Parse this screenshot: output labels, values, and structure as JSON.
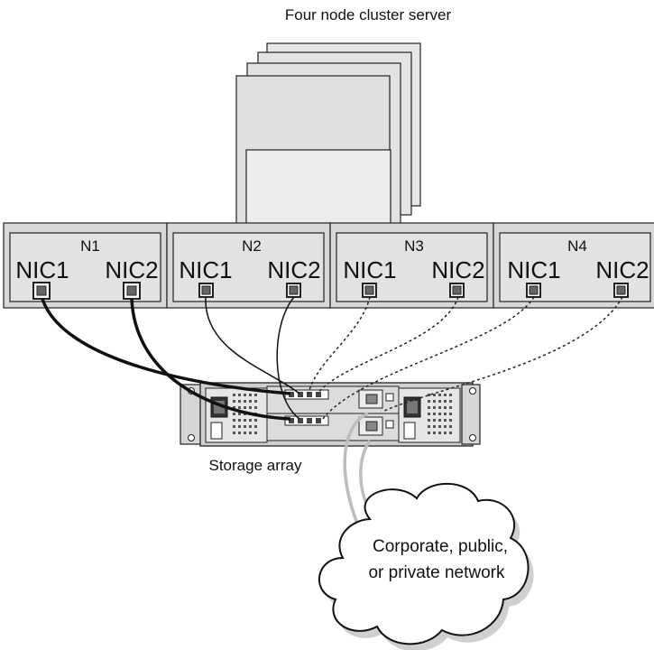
{
  "title": "Four node cluster server",
  "storage_label": "Storage array",
  "network_label_line1": "Corporate, public,",
  "network_label_line2": "or private network",
  "nodes": [
    {
      "name": "N1",
      "nic_a": "NIC1",
      "nic_b": "NIC2",
      "cable": "solid-thick"
    },
    {
      "name": "N2",
      "nic_a": "NIC1",
      "nic_b": "NIC2",
      "cable": "solid-thin"
    },
    {
      "name": "N3",
      "nic_a": "NIC1",
      "nic_b": "NIC2",
      "cable": "dotted"
    },
    {
      "name": "N4",
      "nic_a": "NIC1",
      "nic_b": "NIC2",
      "cable": "dotted"
    }
  ],
  "colors": {
    "node_fill": "#d8d8d8",
    "node_inner": "#e2e2e2",
    "server_fill": "#e4e4e4",
    "cable_dark": "#111111",
    "cable_network": "#bdbdbd",
    "cloud_shadow": "#cfcfcf"
  }
}
